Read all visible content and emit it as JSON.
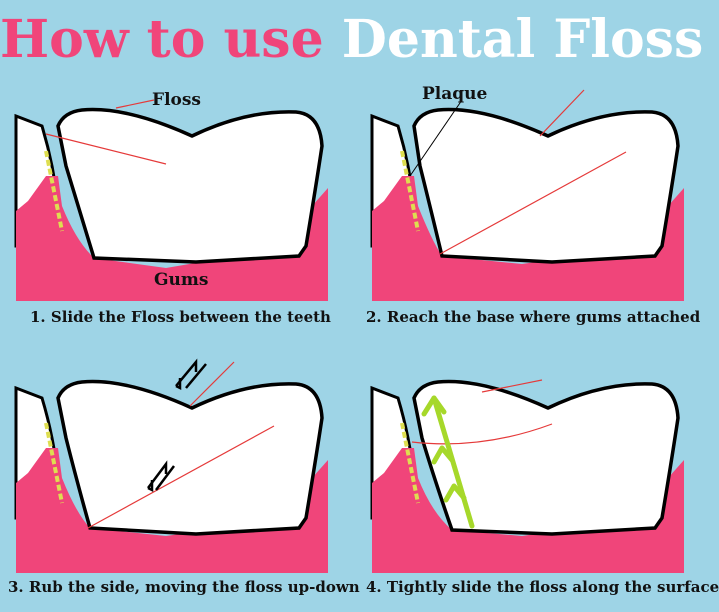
{
  "title": {
    "part1": "How to use",
    "part2": "Dental Floss"
  },
  "colors": {
    "background": "#9ed4e6",
    "title_pink": "#f0457a",
    "gum": "#f0457a",
    "tooth": "#ffffff",
    "floss": "#e53a3a",
    "plaque": "#dede50",
    "arrow_green": "#a6d82a"
  },
  "labels": {
    "floss": "Floss",
    "plaque": "Plaque",
    "gums": "Gums"
  },
  "steps": [
    {
      "caption": "1. Slide the Floss between the teeth"
    },
    {
      "caption": "2. Reach the base where gums attached"
    },
    {
      "caption": "3. Rub the side, moving the floss up-down"
    },
    {
      "caption": "4. Tightly slide the floss along the surface"
    }
  ]
}
